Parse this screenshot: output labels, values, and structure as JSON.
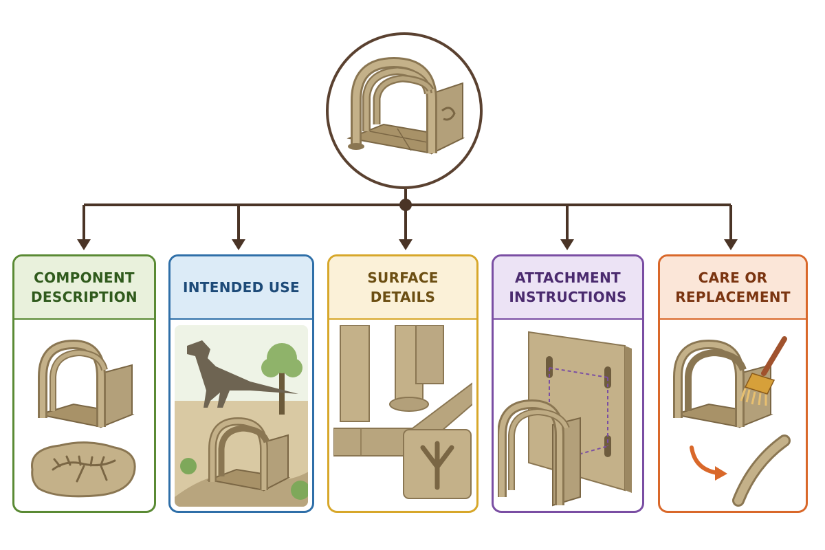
{
  "diagram": {
    "hub": {
      "icon": "fossil-arch-tunnel-icon"
    },
    "cards": [
      {
        "title": "COMPONENT DESCRIPTION",
        "title_line1": "COMPONENT",
        "title_line2": "DESCRIPTION",
        "color": "#5a8a34",
        "header_bg": "#e9f1dc",
        "icon": "arch-and-fossil-plate-icon"
      },
      {
        "title": "INTENDED USE",
        "color": "#2f6fa8",
        "header_bg": "#dcebf7",
        "icon": "dinosaur-scene-icon"
      },
      {
        "title": "SURFACE DETAILS",
        "color": "#d7a72a",
        "header_bg": "#fbf1d8",
        "icon": "surface-texture-icon"
      },
      {
        "title": "ATTACHMENT INSTRUCTIONS",
        "title_line1": "ATTACHMENT",
        "title_line2": "INSTRUCTIONS",
        "color": "#7a4ea3",
        "header_bg": "#ece3f5",
        "icon": "attachment-panel-icon"
      },
      {
        "title": "CARE OR REPLACEMENT",
        "title_line1": "CARE OR",
        "title_line2": "REPLACEMENT",
        "color": "#d9682a",
        "header_bg": "#fbe6d8",
        "icon": "care-brush-icon"
      }
    ],
    "colors": {
      "connector": "#4a3426",
      "stone": "#b8a57e",
      "stone_dark": "#8a7652"
    }
  }
}
